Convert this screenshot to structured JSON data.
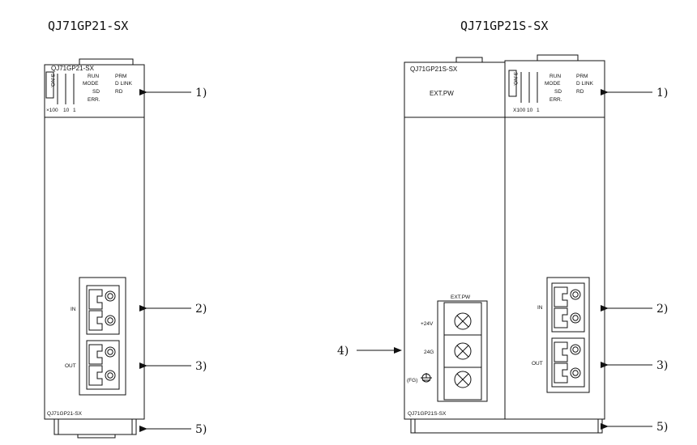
{
  "titles": {
    "left": "QJ71GP21-SX",
    "right": "QJ71GP21S-SX"
  },
  "left_module": {
    "model": "QJ71GP21-SX",
    "sno": "S.NO.",
    "switch_labels": [
      "×100",
      "10",
      "1"
    ],
    "leds_col1": [
      "RUN",
      "MODE",
      "SD",
      "ERR."
    ],
    "leds_col2": [
      "PRM",
      "D LINK",
      "RD"
    ],
    "in_label": "IN",
    "out_label": "OUT",
    "bottom_model": "QJ71GP21-SX"
  },
  "right_module": {
    "power_model": "QJ71GP21S-SX",
    "ext_pw": "EXT.PW",
    "ext_pw_block": "EXT.PW",
    "terminals": [
      "+24V",
      "24G",
      "(FG)"
    ],
    "sno": "S.NO.",
    "switch_labels": [
      "X100",
      "10",
      "1"
    ],
    "leds_col1": [
      "RUN",
      "MODE",
      "SD",
      "ERR."
    ],
    "leds_col2": [
      "PRM",
      "D LINK",
      "RD"
    ],
    "in_label": "IN",
    "out_label": "OUT",
    "bottom_model": "QJ71GP21S-SX"
  },
  "callouts": {
    "c1": "1)",
    "c2": "2)",
    "c3": "3)",
    "c4": "4)",
    "c5": "5)"
  }
}
